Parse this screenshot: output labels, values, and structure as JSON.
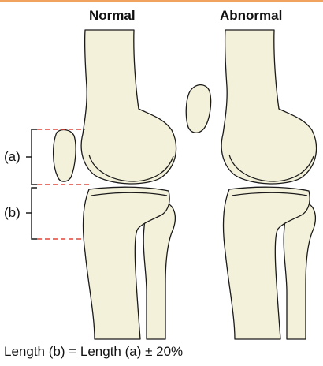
{
  "titles": {
    "normal": "Normal",
    "abnormal": "Abnormal"
  },
  "brackets": {
    "a": "(a)",
    "b": "(b)"
  },
  "caption": "Length (b) = Length (a) ± 20%",
  "colors": {
    "bone_fill": "#f4f1db",
    "outline": "#1a1a1a",
    "dash": "#e0463c",
    "top_rule": "#f0a35e"
  }
}
